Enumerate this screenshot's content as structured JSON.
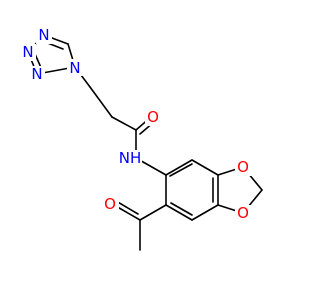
{
  "molecule": {
    "atoms": {
      "n_tet_1": "N",
      "n_tet_2": "N",
      "n_tet_3": "N",
      "n_tet_4": "N",
      "o_amide": "O",
      "nh_amide": "NH",
      "o_diox_1": "O",
      "o_diox_2": "O",
      "o_acetyl": "O"
    }
  },
  "colors": {
    "bond": "#000000",
    "nitrogen": "#0000ff",
    "oxygen": "#ff0000",
    "background": "#ffffff"
  }
}
